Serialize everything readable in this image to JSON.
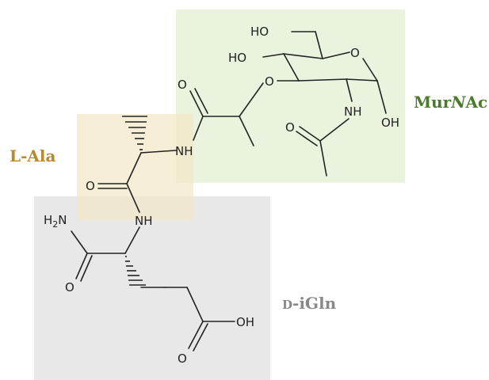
{
  "regions": {
    "murnac": {
      "label_pre": "Mur",
      "label_italic": "N",
      "label_post": "Ac",
      "color": "#4a7a2c",
      "fill": "#e2efd2"
    },
    "lala": {
      "label": "L-Ala",
      "color": "#b78a2a",
      "fill": "#f3e7c8"
    },
    "diglnA": {
      "label_prefix": "D",
      "label_rest": "-iGln",
      "color": "#888888",
      "fill": "#e4e4e4"
    }
  },
  "atoms": {
    "ho1": "HO",
    "ho2": "HO",
    "o_ring": "O",
    "o_ether": "O",
    "o_amide1": "O",
    "nh1": "NH",
    "oh_anomeric": "OH",
    "o_acetyl": "O",
    "nh2": "NH",
    "o_ala": "O",
    "nh3": "NH",
    "h2n": "H",
    "h2n_sub": "2",
    "h2n_n": "N",
    "o_gln_amide": "O",
    "oh_acid": "OH",
    "o_acid": "O"
  }
}
